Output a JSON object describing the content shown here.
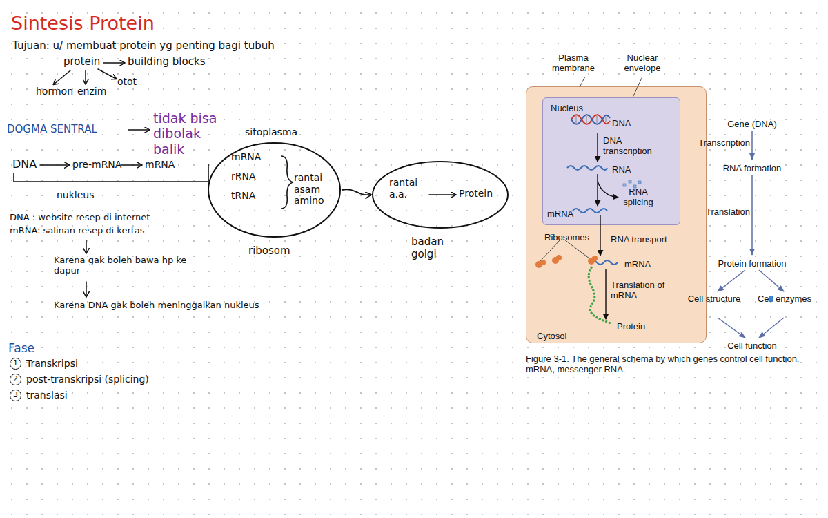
{
  "diagram": {
    "title": "Sintesis Protein",
    "caption": "Figure 3-1. The general schema by which genes control cell function. mRNA, messenger RNA.",
    "nodes": [
      {
        "text": [
          "mRNA",
          "rRNA",
          "tRNA",
          "rantai asam amino",
          "ribosom"
        ]
      },
      {
        "text": [
          "rantai a.a.",
          "Protein",
          "badan golgi"
        ]
      },
      {
        "text": [
          "Ribosomes",
          "RNA transport",
          "mRNA",
          "Translation of mRNA",
          "Protein",
          "Cytosol"
        ]
      },
      {
        "text": [
          "Nucleus",
          "DNA",
          "DNA transcription",
          "RNA",
          "RNA splicing",
          "mRNA"
        ],
        "in": 2
      }
    ],
    "edges": [
      {
        "from": 0,
        "to": 1,
        "arrow": "to"
      }
    ],
    "labels": [
      "Tujuan: u/ membuat protein yg penting bagi tubuh",
      "protein",
      "building blocks",
      "hormon",
      "enzim",
      "otot",
      "DOGMA SENTRAL",
      "tidak bisa dibolak balik",
      "sitoplasma",
      "DNA",
      "pre-mRNA",
      "mRNA",
      "nukleus",
      "DNA : website resep di internet",
      "mRNA: salinan resep di kertas",
      "Karena gak boleh bawa hp ke dapur",
      "Karena DNA gak boleh meninggalkan nukleus",
      "Fase",
      "1",
      "Transkripsi",
      "2",
      "post-transkripsi (splicing)",
      "3",
      "translasi",
      "Plasma membrane",
      "Nuclear envelope",
      "Gene (DNA)",
      "Transcription",
      "RNA formation",
      "Translation",
      "Protein formation",
      "Cell structure",
      "Cell enzymes",
      "Cell function"
    ]
  }
}
